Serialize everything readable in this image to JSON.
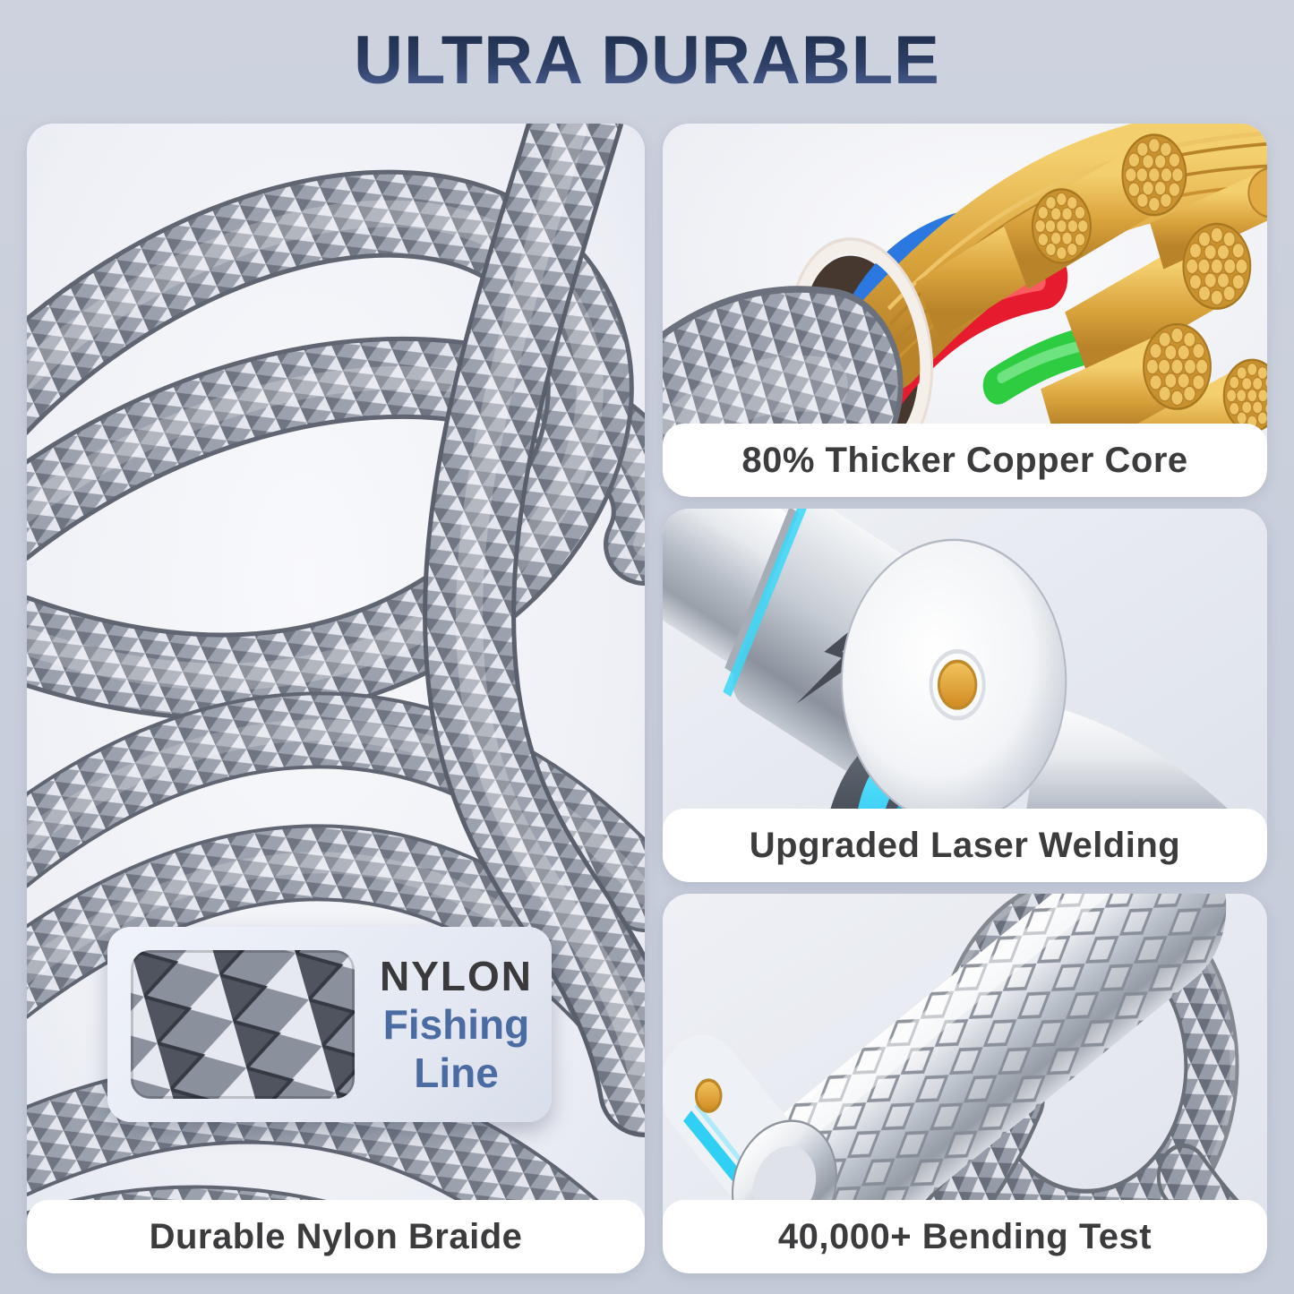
{
  "page": {
    "title": "ULTRA DURABLE"
  },
  "left_panel": {
    "caption": "Durable Nylon Braide",
    "inset": {
      "material": "NYLON",
      "line2": "Fishing",
      "line3": "Line"
    }
  },
  "right_panels": [
    {
      "caption": "80% Thicker Copper Core"
    },
    {
      "caption": "Upgraded Laser Welding"
    },
    {
      "caption": "40,000+ Bending Test"
    }
  ],
  "icons": {
    "lightning_bolt": "lightning-bolt-icon",
    "gold_contact": "gold-contact-dot"
  },
  "colors": {
    "page_background": "#c9cfdb",
    "panel_background": "#f0f2f7",
    "caption_background": "#ffffff",
    "caption_text": "#3c3c3e",
    "title_gradient_top": "#1b2b46",
    "title_gradient_bottom": "#55699f",
    "inset_accent_blue": "#4b6ba3",
    "braid_silver": "#9ba2ad",
    "copper_gold": "#d9a33c",
    "wire_red": "#e61c2e",
    "wire_blue": "#2b79e0",
    "wire_green": "#2ecc40",
    "laser_cyan": "#2fd0f4"
  }
}
